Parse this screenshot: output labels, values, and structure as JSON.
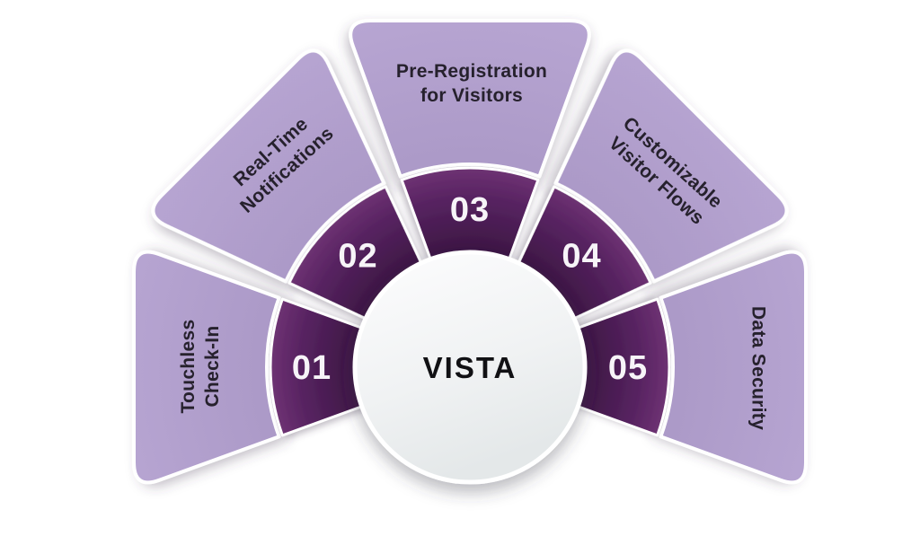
{
  "diagram": {
    "title": "VISTA",
    "items": [
      {
        "number": "01",
        "label": "Touchless Check-In",
        "line1": "Touchless",
        "line2": "Check-In"
      },
      {
        "number": "02",
        "label": "Real-Time Notifications",
        "line1": "Real-Time",
        "line2": "Notifications"
      },
      {
        "number": "03",
        "label": "Pre-Registration for Visitors",
        "line1": "Pre-Registration",
        "line2": "for Visitors"
      },
      {
        "number": "04",
        "label": "Customizable Visitor Flows",
        "line1": "Customizable",
        "line2": "Visitor Flows"
      },
      {
        "number": "05",
        "label": "Data Security",
        "line1": "Data Security",
        "line2": ""
      }
    ],
    "colors": {
      "background": "#ffffff",
      "petal": "#b2a0cc",
      "ring_dark": "#3c1643",
      "ring_light": "#6e3273",
      "number_text": "#f7f4f8",
      "label_text": "#26212d",
      "center_circle": "#ffffff",
      "title_text": "#111114"
    }
  }
}
